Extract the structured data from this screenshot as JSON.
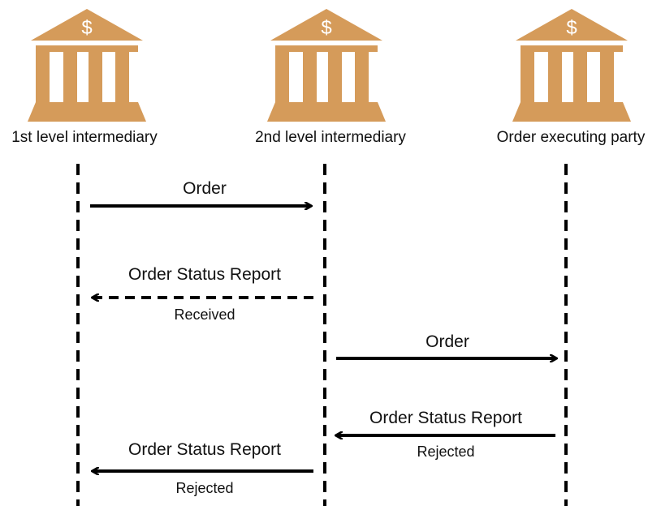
{
  "colors": {
    "bank": "#D59B5A",
    "line": "#000000",
    "text": "#111111"
  },
  "parties": [
    {
      "icon": "bank-icon",
      "label": "1st level intermediary"
    },
    {
      "icon": "bank-icon",
      "label": "2nd level intermediary"
    },
    {
      "icon": "bank-icon",
      "label": "Order executing party"
    }
  ],
  "currency_symbol": "$",
  "messages": [
    {
      "from": 0,
      "to": 1,
      "label": "Order",
      "status": "",
      "dashed": false
    },
    {
      "from": 1,
      "to": 0,
      "label": "Order Status Report",
      "status": "Received",
      "dashed": true
    },
    {
      "from": 1,
      "to": 2,
      "label": "Order",
      "status": "",
      "dashed": false
    },
    {
      "from": 2,
      "to": 1,
      "label": "Order Status Report",
      "status": "Rejected",
      "dashed": false
    },
    {
      "from": 1,
      "to": 0,
      "label": "Order Status Report",
      "status": "Rejected",
      "dashed": false
    }
  ]
}
